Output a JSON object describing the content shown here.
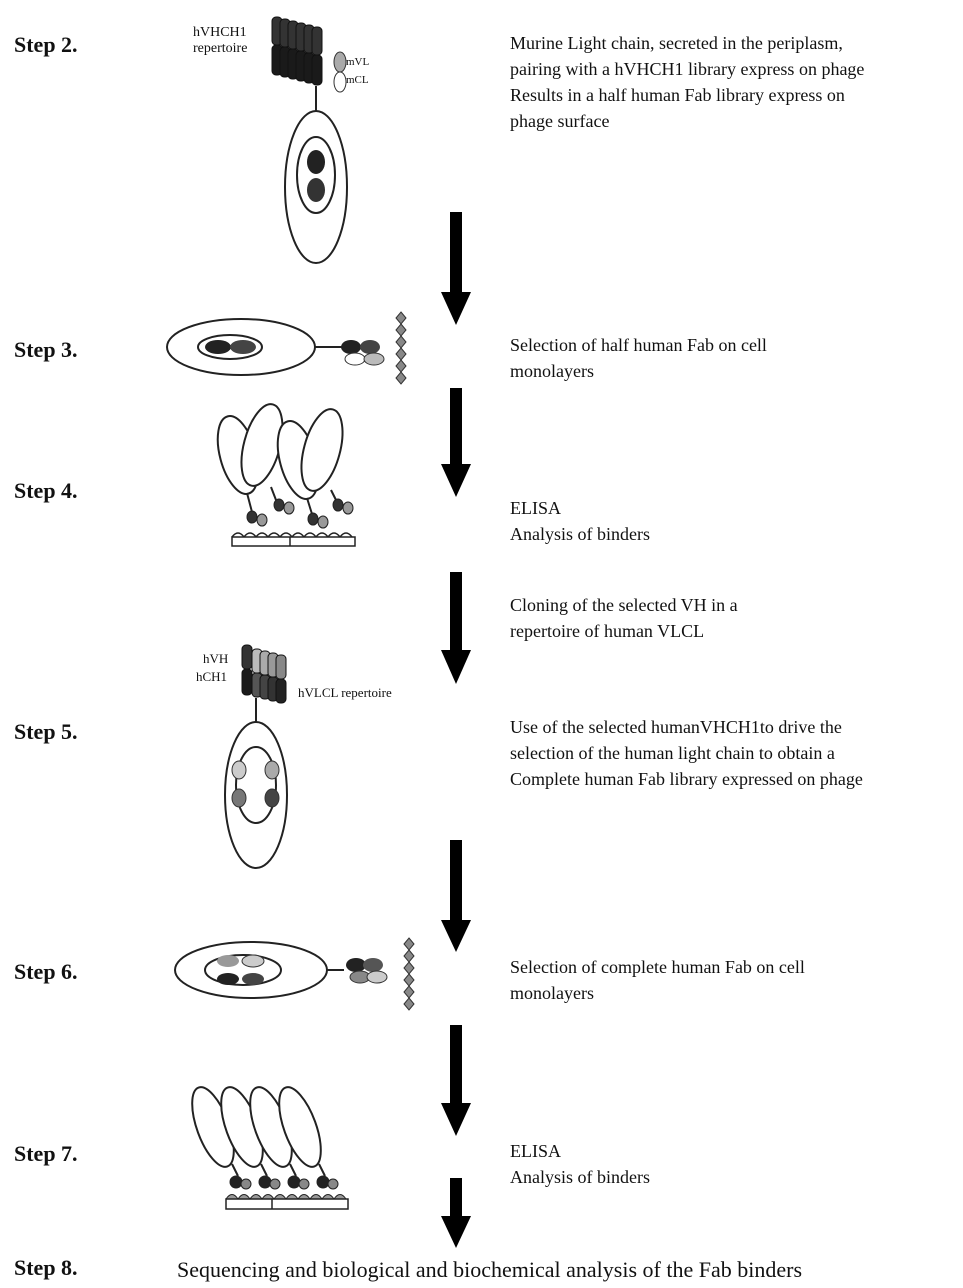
{
  "steps": [
    {
      "label": "Step 2.",
      "desc": [
        "Murine Light chain, secreted in the periplasm,",
        "pairing with a hVHCH1 library express on phage",
        "Results in a half human Fab library express on",
        "phage surface"
      ]
    },
    {
      "label": "Step 3.",
      "desc": [
        "Selection of half human Fab on cell",
        "monolayers"
      ]
    },
    {
      "label": "Step 4.",
      "desc": [
        "ELISA",
        "Analysis of binders"
      ]
    },
    {
      "label": "Step 5.",
      "desc_pre": [
        "Cloning of the selected VH in a",
        "repertoire of human VLCL"
      ],
      "desc": [
        "Use of the selected humanVHCH1to drive the",
        "selection of the human light chain to obtain a",
        "Complete human Fab library expressed on phage"
      ]
    },
    {
      "label": "Step 6.",
      "desc": [
        "Selection of complete  human Fab on cell",
        "monolayers"
      ]
    },
    {
      "label": "Step 7.",
      "desc": [
        "ELISA",
        "Analysis of binders"
      ]
    },
    {
      "label": "Step 8.",
      "desc": [
        "Sequencing and biological and biochemical analysis of the Fab  binders"
      ]
    }
  ],
  "labels": {
    "hvhch1": [
      "hVHCH1",
      "repertoire"
    ],
    "mvl": "mVL",
    "mcl": "mCL",
    "hvh": "hVH",
    "hch1": "hCH1",
    "hvlcl": "hVLCL repertoire"
  }
}
